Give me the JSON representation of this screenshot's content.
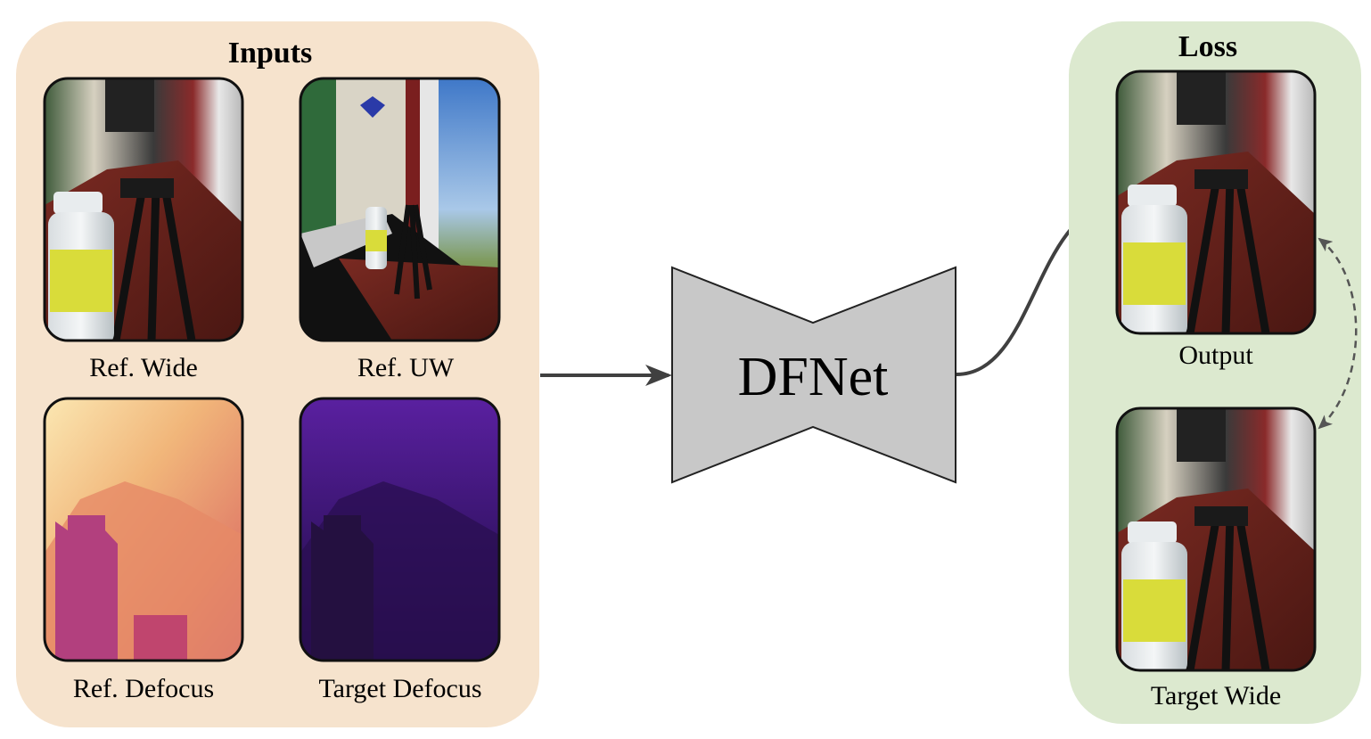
{
  "inputs_panel": {
    "title": "Inputs",
    "images": [
      {
        "caption": "Ref. Wide",
        "kind": "photo-wide"
      },
      {
        "caption": "Ref. UW",
        "kind": "photo-ultrawide"
      },
      {
        "caption": "Ref. Defocus",
        "kind": "defocus-map-warm"
      },
      {
        "caption": "Target Defocus",
        "kind": "defocus-map-dark"
      }
    ]
  },
  "network": {
    "label": "DFNet"
  },
  "loss_panel": {
    "title": "Loss",
    "images": [
      {
        "caption": "Output",
        "kind": "photo-wide"
      },
      {
        "caption": "Target Wide",
        "kind": "photo-wide"
      }
    ]
  },
  "colors": {
    "inputs_bg": "#f6e3cd",
    "loss_bg": "#dce9cf",
    "network_fill": "#c8c8c8",
    "arrow": "#404040"
  }
}
